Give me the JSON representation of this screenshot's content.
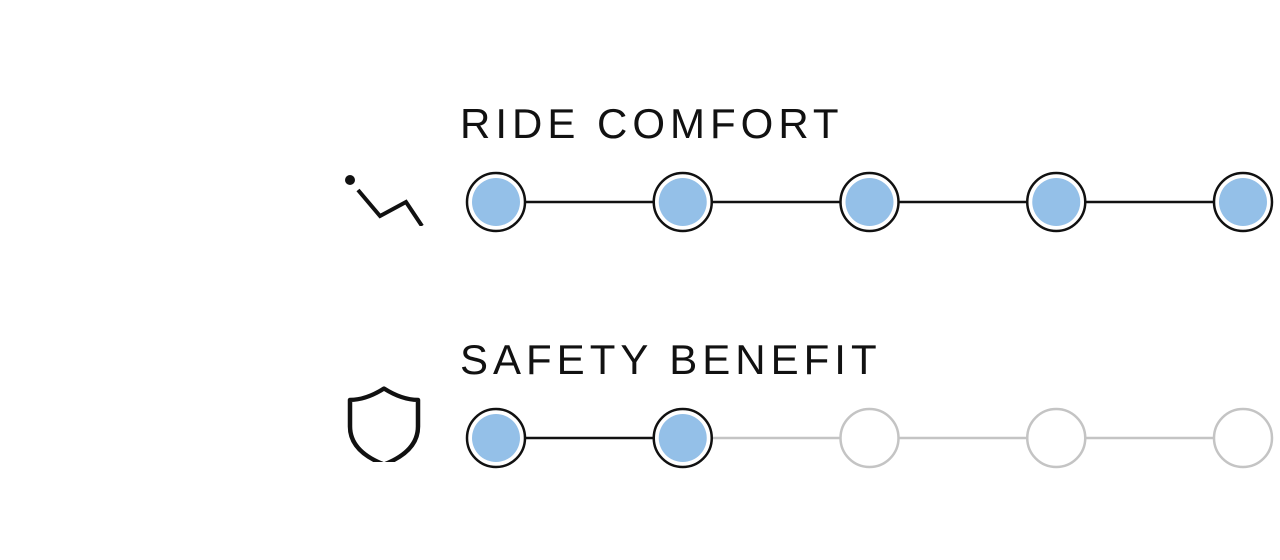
{
  "ratings": [
    {
      "title": "RIDE COMFORT",
      "icon": "suspension-zigzag-icon",
      "level": 5,
      "max": 5
    },
    {
      "title": "SAFETY BENEFIT",
      "icon": "shield-icon",
      "level": 2,
      "max": 5
    }
  ],
  "colors": {
    "filled": "#94c0e8",
    "filled_stroke": "#111111",
    "empty_stroke": "#c4c4c4",
    "empty_fill": "#ffffff",
    "active_line": "#111111",
    "inactive_line": "#c4c4c4"
  }
}
